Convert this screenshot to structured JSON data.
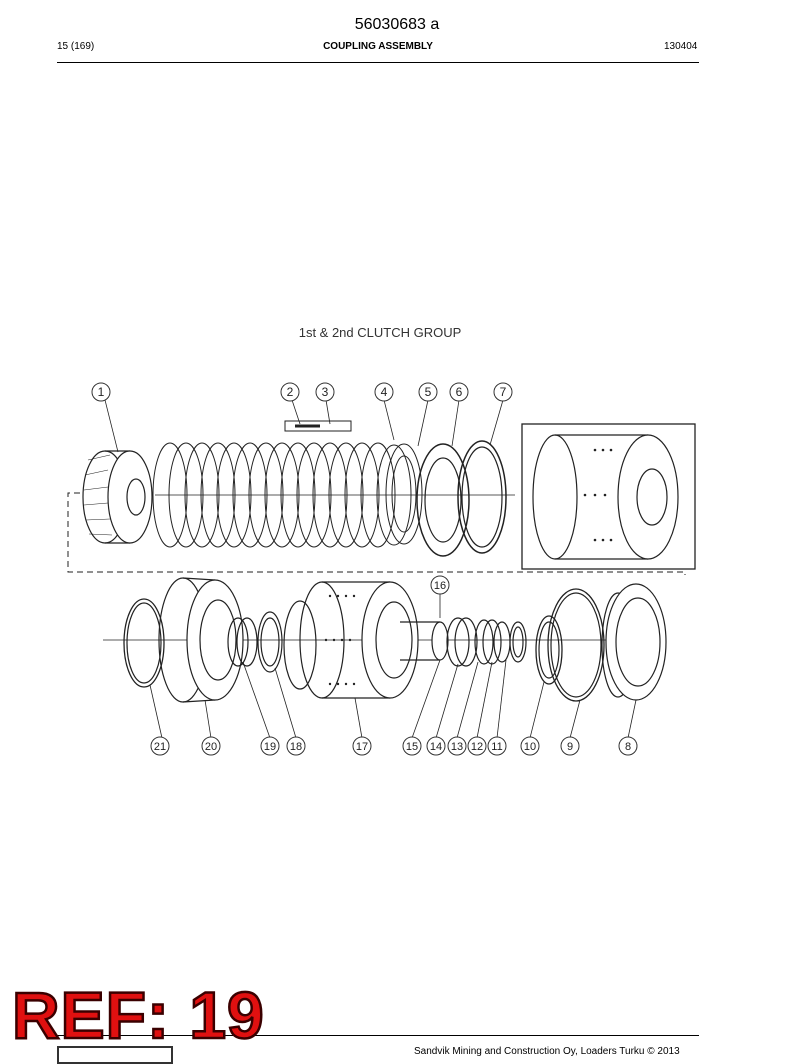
{
  "header": {
    "doc_number": "56030683 a",
    "page": "15 (169)",
    "title": "COUPLING ASSEMBLY",
    "code": "130404"
  },
  "figure": {
    "title": "1st & 2nd CLUTCH GROUP",
    "callouts": [
      "1",
      "2",
      "3",
      "4",
      "5",
      "6",
      "7",
      "8",
      "9",
      "10",
      "11",
      "12",
      "13",
      "14",
      "15",
      "16",
      "17",
      "18",
      "19",
      "20",
      "21"
    ]
  },
  "stamp": {
    "text": "REF: 19",
    "color": "#e01010"
  },
  "footer": {
    "copyright": "Sandvik Mining and Construction Oy, Loaders Turku © 2013"
  }
}
